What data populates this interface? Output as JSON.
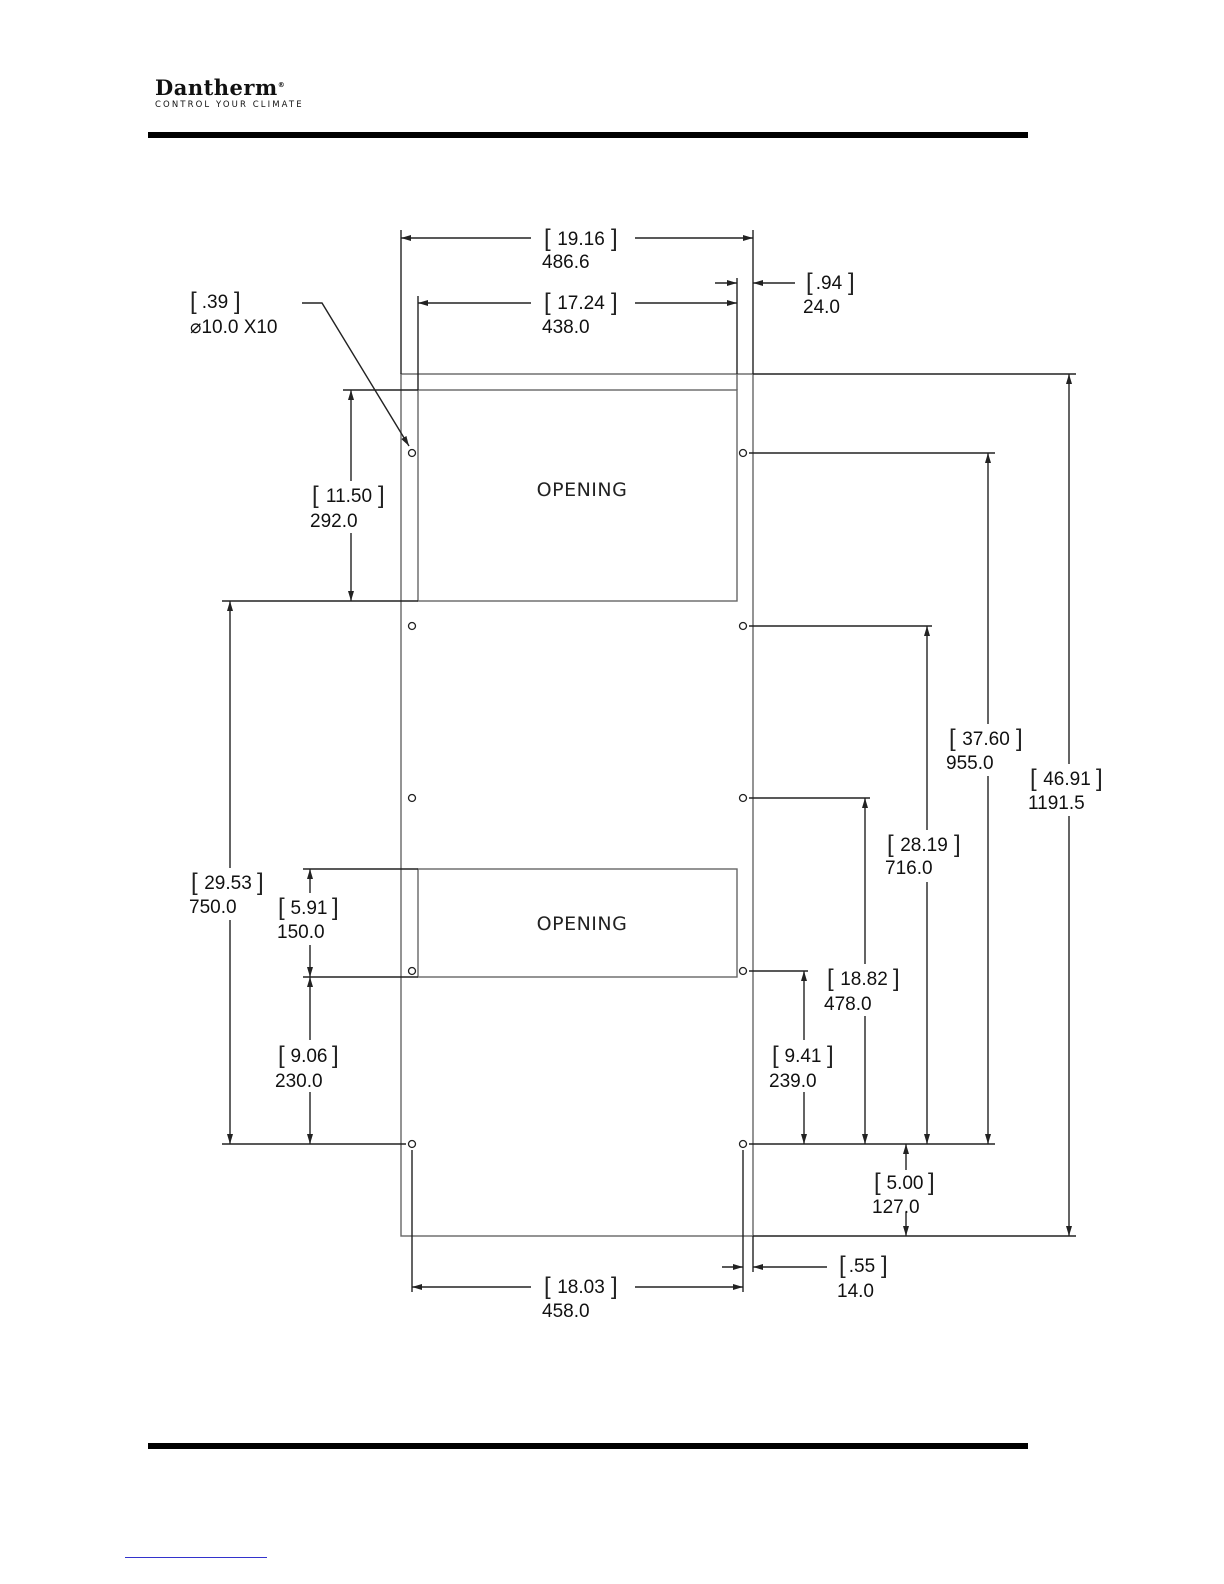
{
  "header": {
    "brand": "Dantherm",
    "registered": "®",
    "tagline": "CONTROL YOUR CLIMATE"
  },
  "drawing": {
    "openings": [
      "OPENING",
      "OPENING"
    ],
    "hole_spec": {
      "inch": ".39",
      "mm": "⌀10.0 X10"
    },
    "dimensions": {
      "width_total": {
        "inch": "19.16",
        "mm": "486.6"
      },
      "width_inner": {
        "inch": "17.24",
        "mm": "438.0"
      },
      "flange_right_top": {
        "inch": ".94",
        "mm": "24.0"
      },
      "opening_top_height": {
        "inch": "11.50",
        "mm": "292.0"
      },
      "left_span": {
        "inch": "29.53",
        "mm": "750.0"
      },
      "opening_bottom_height": {
        "inch": "5.91",
        "mm": "150.0"
      },
      "bottom_to_opening": {
        "inch": "9.06",
        "mm": "230.0"
      },
      "hole_rows_955": {
        "inch": "37.60",
        "mm": "955.0"
      },
      "total_height": {
        "inch": "46.91",
        "mm": "1191.5"
      },
      "hole_rows_716": {
        "inch": "28.19",
        "mm": "716.0"
      },
      "hole_rows_478": {
        "inch": "18.82",
        "mm": "478.0"
      },
      "hole_rows_239": {
        "inch": "9.41",
        "mm": "239.0"
      },
      "bottom_margin": {
        "inch": "5.00",
        "mm": "127.0"
      },
      "flange_right_bottom": {
        "inch": ".55",
        "mm": "14.0"
      },
      "hole_span_bottom": {
        "inch": "18.03",
        "mm": "458.0"
      }
    }
  }
}
